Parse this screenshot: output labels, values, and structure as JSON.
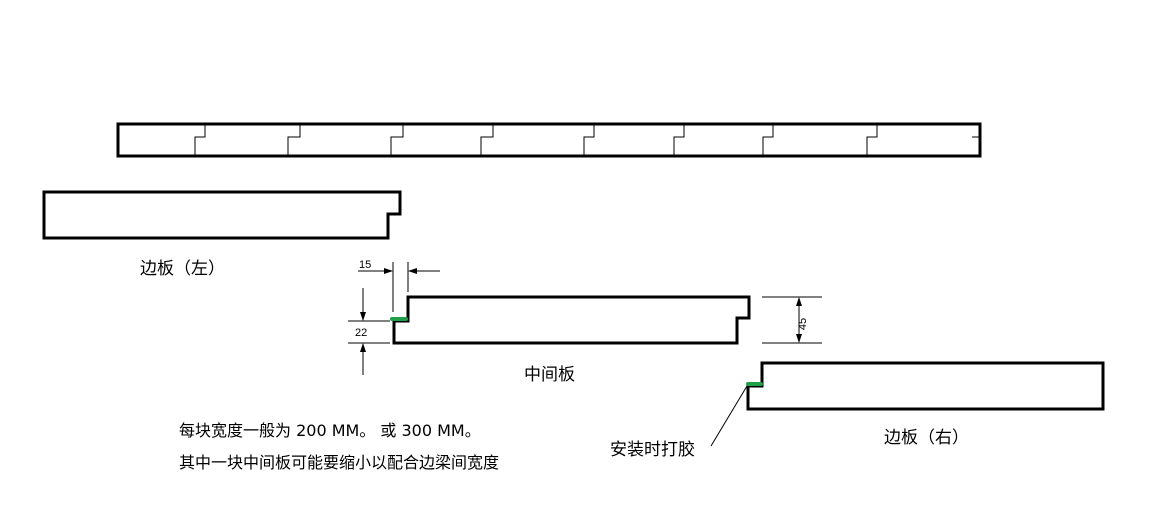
{
  "labels": {
    "left_board": "边板（左）",
    "middle_board": "中间板",
    "right_board": "边板（右）",
    "glue_note": "安装时打胶"
  },
  "notes": {
    "line1": "每块宽度一般为 200 MM。 或 300 MM。",
    "line2": "其中一块中间板可能要缩小以配合边梁间宽度"
  },
  "dimensions": {
    "tongue_width": "15",
    "tongue_height": "22",
    "board_thickness": "45"
  },
  "colors": {
    "outline": "#000000",
    "glue": "#21a04a"
  }
}
